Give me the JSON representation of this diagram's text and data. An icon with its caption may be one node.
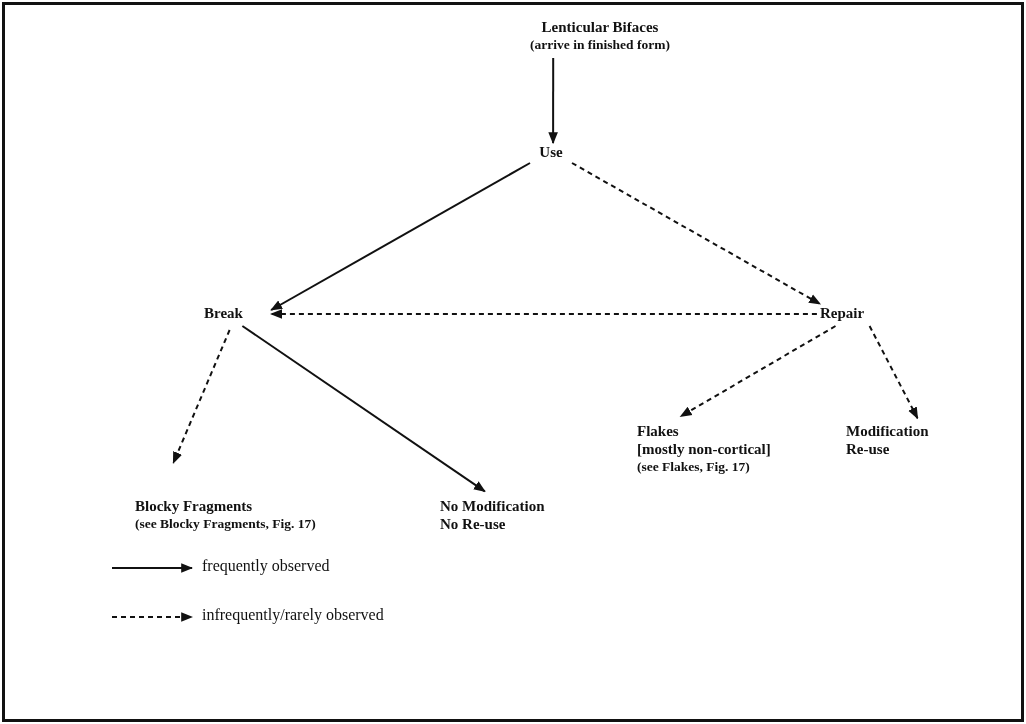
{
  "diagram": {
    "nodes": [
      {
        "text": [
          "Lenticular Bifaces",
          "(arrive in finished form)"
        ]
      },
      {
        "text": [
          "Use"
        ]
      },
      {
        "text": [
          "Break"
        ]
      },
      {
        "text": [
          "Repair"
        ]
      },
      {
        "text": [
          "Blocky Fragments",
          "(see Blocky Fragments, Fig. 17)"
        ]
      },
      {
        "text": [
          "No Modification",
          "No Re-use"
        ]
      },
      {
        "text": [
          "Flakes",
          "[mostly non-cortical]",
          "(see Flakes, Fig. 17)"
        ]
      },
      {
        "text": [
          "Modification",
          "Re-use"
        ]
      }
    ],
    "edges": [
      {
        "from": 0,
        "to": 1,
        "arrow": "to"
      },
      {
        "from": 1,
        "to": 2,
        "arrow": "to"
      },
      {
        "from": 1,
        "to": 3,
        "arrow": "to",
        "style": "dashed"
      },
      {
        "from": 3,
        "to": 2,
        "arrow": "to",
        "style": "dashed"
      },
      {
        "from": 2,
        "to": 4,
        "arrow": "to",
        "style": "dashed"
      },
      {
        "from": 2,
        "to": 5,
        "arrow": "to"
      },
      {
        "from": 3,
        "to": 6,
        "arrow": "to",
        "style": "dashed"
      },
      {
        "from": 3,
        "to": 7,
        "arrow": "to",
        "style": "dashed"
      }
    ],
    "legend": [
      {
        "text": "frequently observed"
      },
      {
        "text": "infrequently/rarely observed"
      }
    ]
  }
}
